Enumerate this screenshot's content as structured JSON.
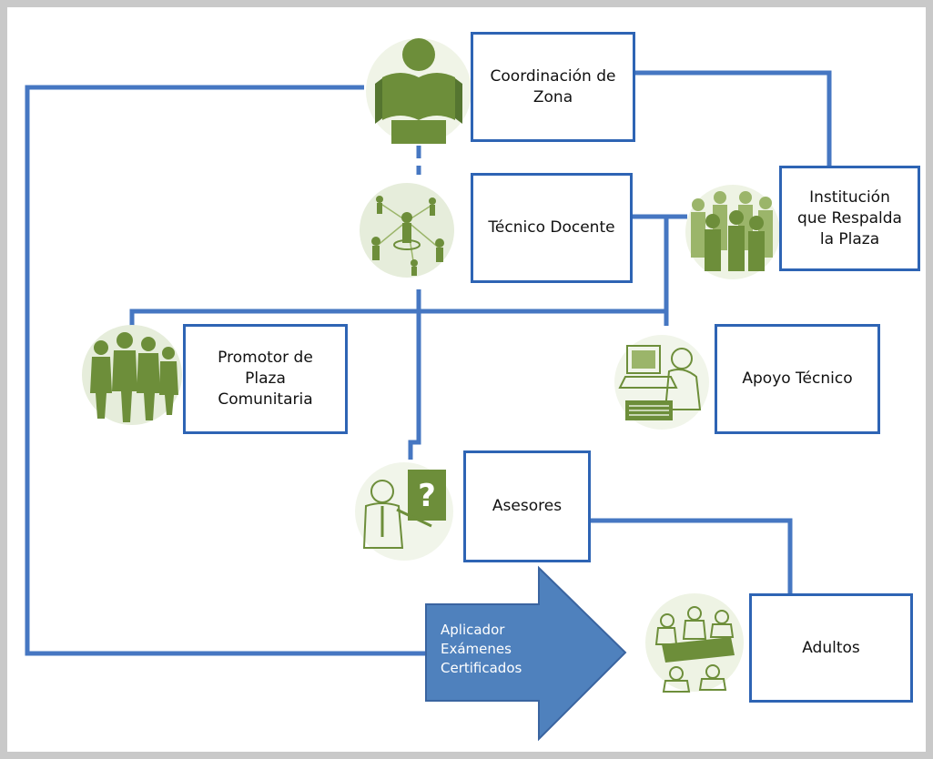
{
  "colors": {
    "connector": "#4677c2",
    "box_border": "#2e64b4",
    "arrow_fill": "#4f81bd",
    "arrow_stroke": "#3a64a0",
    "icon_green": "#6d8e3a",
    "icon_light": "#9bb56a",
    "frame": "#c9c9c9"
  },
  "nodes": {
    "coordinacion": "Coordinación de\nZona",
    "institucion": "Institución\nque Respalda\nla Plaza",
    "tecnico_docente": "Técnico Docente",
    "promotor": "Promotor de\nPlaza\nComunitaria",
    "apoyo_tecnico": "Apoyo Técnico",
    "asesores": "Asesores",
    "adultos": "Adultos"
  },
  "arrow_label": "Aplicador\nExámenes\nCertificados",
  "icons": {
    "coordinacion": "reading-person-icon",
    "tecnico_docente": "network-people-icon",
    "institucion": "group-crowd-icon",
    "promotor": "walking-people-icon",
    "apoyo_tecnico": "computer-operator-icon",
    "asesores": "teacher-blackboard-icon",
    "adultos": "classroom-table-icon"
  }
}
